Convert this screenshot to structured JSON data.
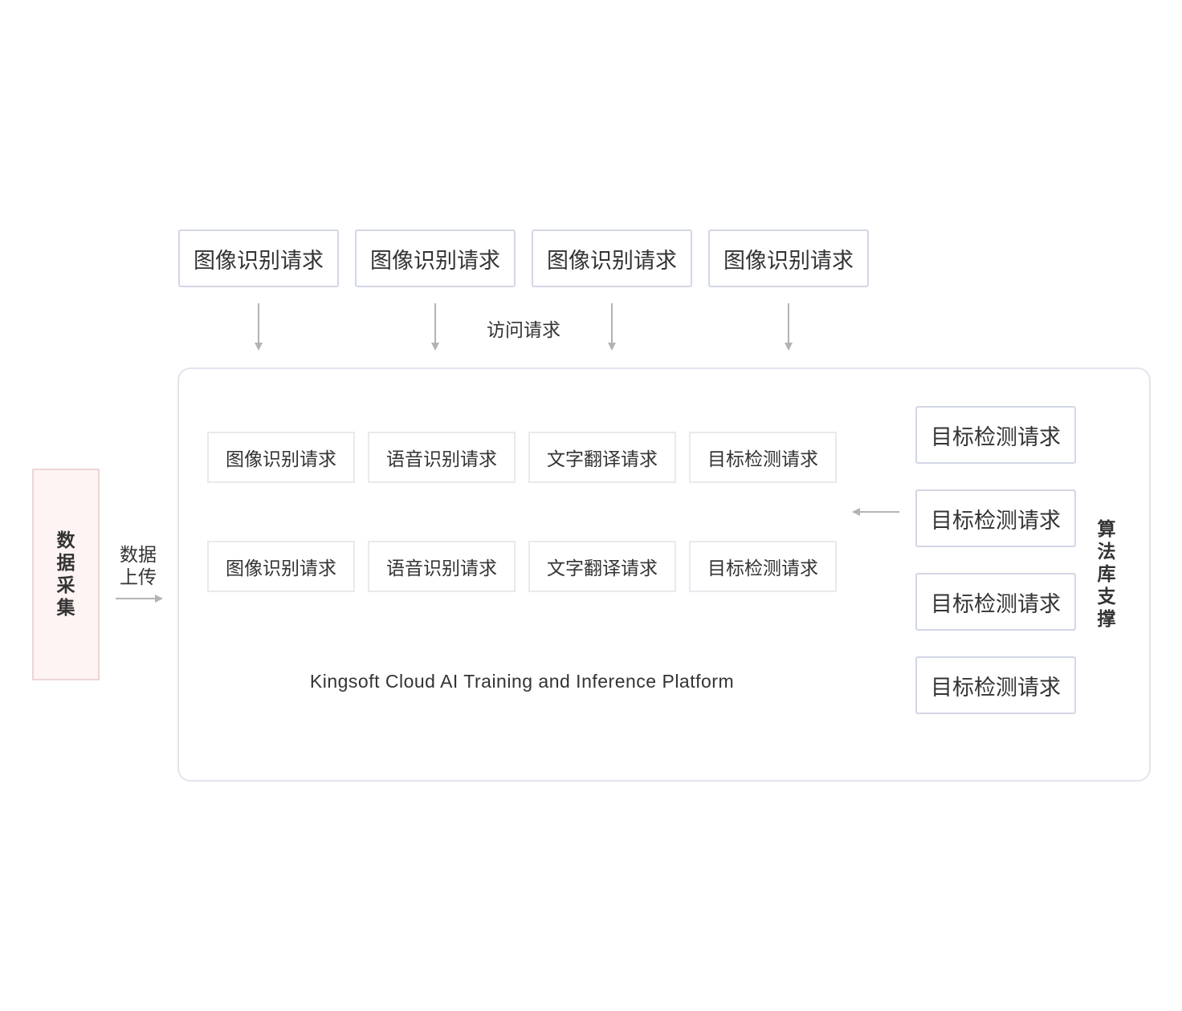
{
  "access_requests": [
    "图像识别请求",
    "图像识别请求",
    "图像识别请求",
    "图像识别请求"
  ],
  "access_label": "访问请求",
  "data_collection": "数据采集",
  "upload_label": "数据上传",
  "platform": {
    "name": "Kingsoft Cloud AI Training and Inference Platform",
    "row1": [
      "图像识别请求",
      "语音识别请求",
      "文字翻译请求",
      "目标检测请求"
    ],
    "row2": [
      "图像识别请求",
      "语音识别请求",
      "文字翻译请求",
      "目标检测请求"
    ]
  },
  "algorithms": [
    "目标检测请求",
    "目标检测请求",
    "目标检测请求",
    "目标检测请求"
  ],
  "algorithm_label": "算法库支撑",
  "colors": {
    "box_border": "#d3d6e6",
    "service_border": "#e9e9ee",
    "collect_fill": "#fdf4f3",
    "collect_border": "#ecd6d5",
    "arrow": "#b3b3b3"
  }
}
